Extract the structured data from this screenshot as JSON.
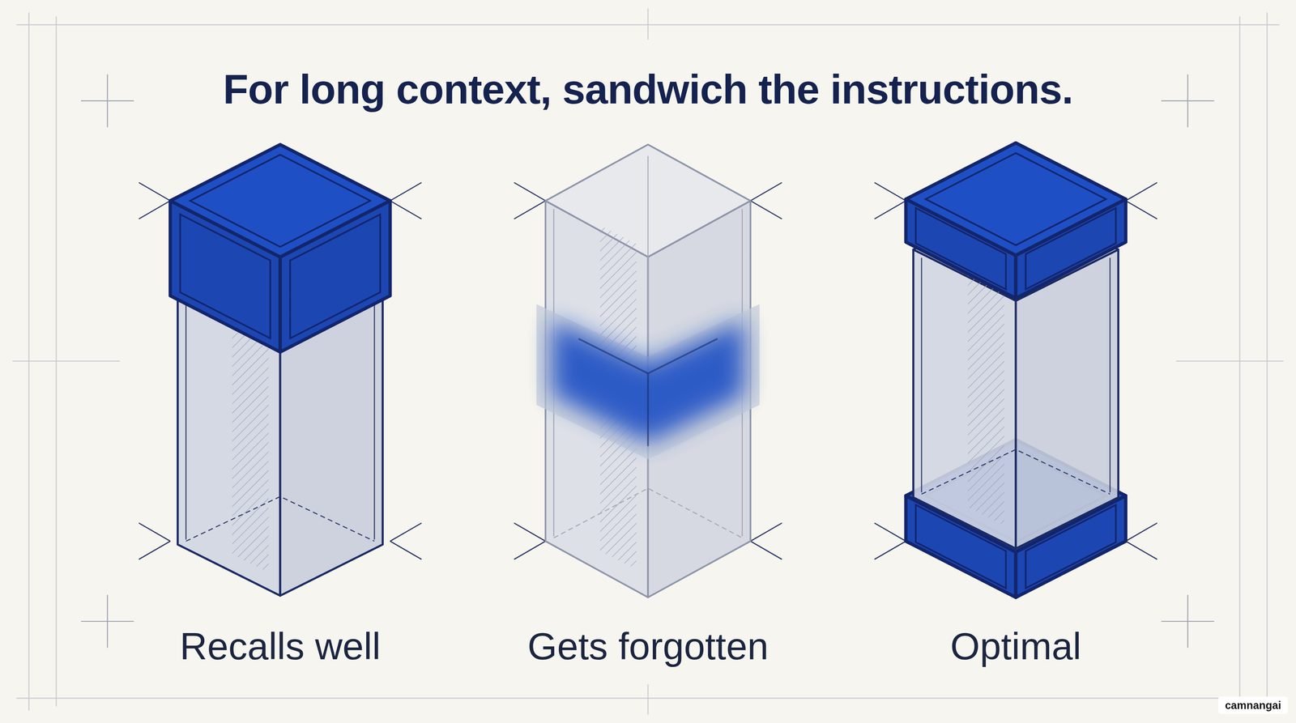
{
  "diagram": {
    "title": "For long context, sandwich the instructions.",
    "labels": [
      "Recalls well",
      "Gets forgotten",
      "Optimal",
      "camnangai"
    ]
  }
}
